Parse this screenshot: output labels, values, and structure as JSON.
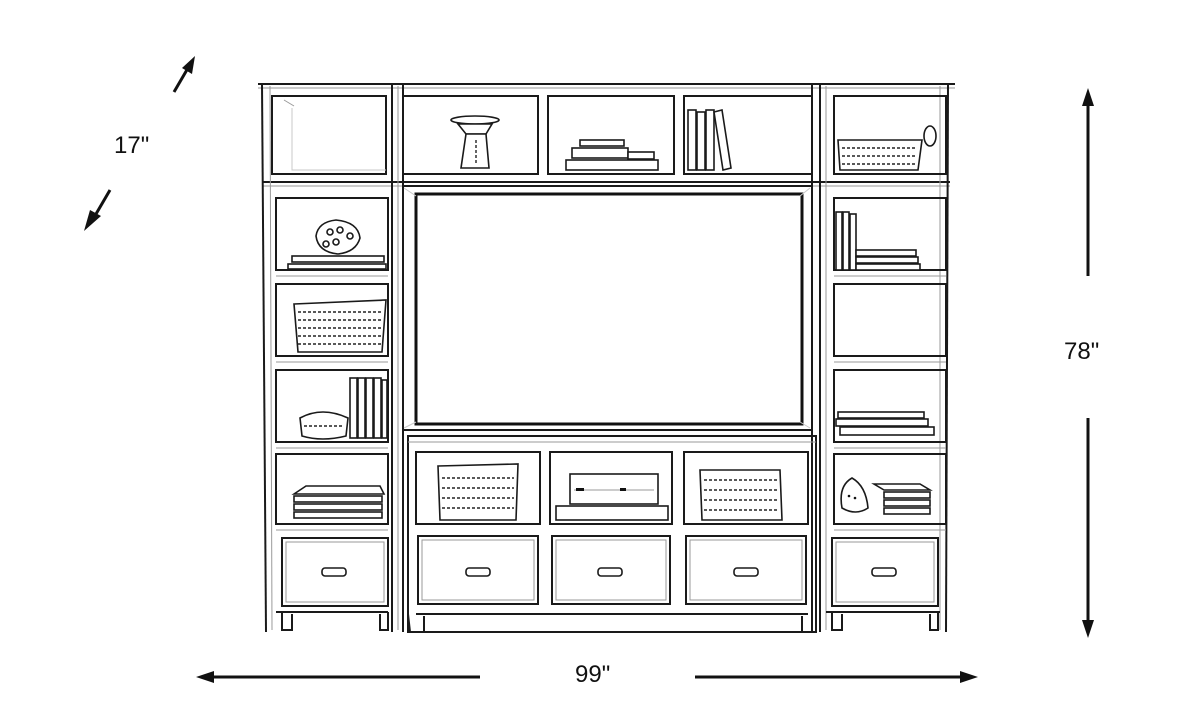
{
  "diagram": {
    "subject": "Entertainment center wall unit with bookcase piers",
    "dimensions": {
      "depth": {
        "label": "17\"",
        "value": 17,
        "unit": "in",
        "orientation": "diagonal"
      },
      "height": {
        "label": "78\"",
        "value": 78,
        "unit": "in",
        "orientation": "vertical"
      },
      "width": {
        "label": "99\"",
        "value": 99,
        "unit": "in",
        "orientation": "horizontal"
      }
    },
    "components": {
      "left_pier": {
        "open_shelves": 4,
        "drawers": 1,
        "top_cubby": 1
      },
      "bridge": {
        "top_cubbies": 3
      },
      "tv_opening": {
        "count": 1
      },
      "console": {
        "open_cubbies": 3,
        "drawers": 3
      },
      "right_pier": {
        "open_shelves": 4,
        "drawers": 1,
        "top_cubby": 1
      }
    },
    "decor_items": [
      "candle-stand",
      "stacked-books",
      "upright-books",
      "woven-basket",
      "decorative-sphere",
      "media-player",
      "vase"
    ],
    "colors": {
      "line": "#1a1a1a",
      "background": "#ffffff",
      "text": "#111111"
    }
  }
}
